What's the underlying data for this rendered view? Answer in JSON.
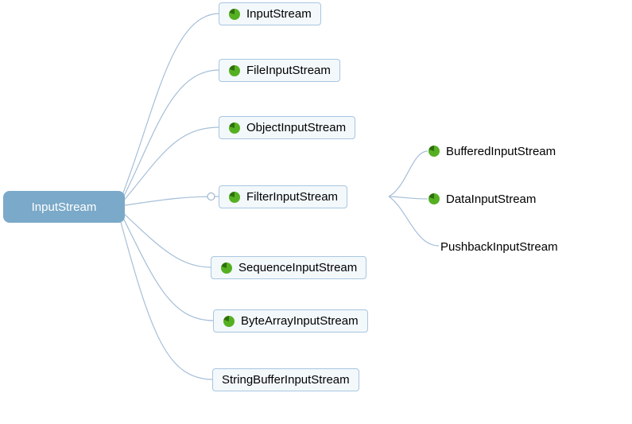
{
  "diagram": {
    "type": "mindmap-class-hierarchy",
    "root": {
      "label": "InputStream"
    },
    "children": [
      {
        "label": "InputStream",
        "icon": "green-pie-icon"
      },
      {
        "label": "FileInputStream",
        "icon": "green-pie-icon"
      },
      {
        "label": "ObjectInputStream",
        "icon": "green-pie-icon"
      },
      {
        "label": "FilterInputStream",
        "icon": "green-pie-icon",
        "children": [
          {
            "label": "BufferedInputStream",
            "icon": "green-pie-icon"
          },
          {
            "label": "DataInputStream",
            "icon": "green-pie-icon"
          },
          {
            "label": "PushbackInputStream",
            "icon": "none"
          }
        ]
      },
      {
        "label": "SequenceInputStream",
        "icon": "green-pie-icon"
      },
      {
        "label": "ByteArrayInputStream",
        "icon": "green-pie-icon"
      },
      {
        "label": "StringBufferInputStream",
        "icon": "none"
      }
    ]
  },
  "colors": {
    "root_background": "#7ba9c9",
    "root_text": "#ffffff",
    "node_background": "#f3f8fb",
    "node_border": "#a9c6e0",
    "edge": "#a6bfd8",
    "icon_green": "#55b021",
    "icon_green_dark": "#2f6e0e",
    "text": "#000000"
  }
}
